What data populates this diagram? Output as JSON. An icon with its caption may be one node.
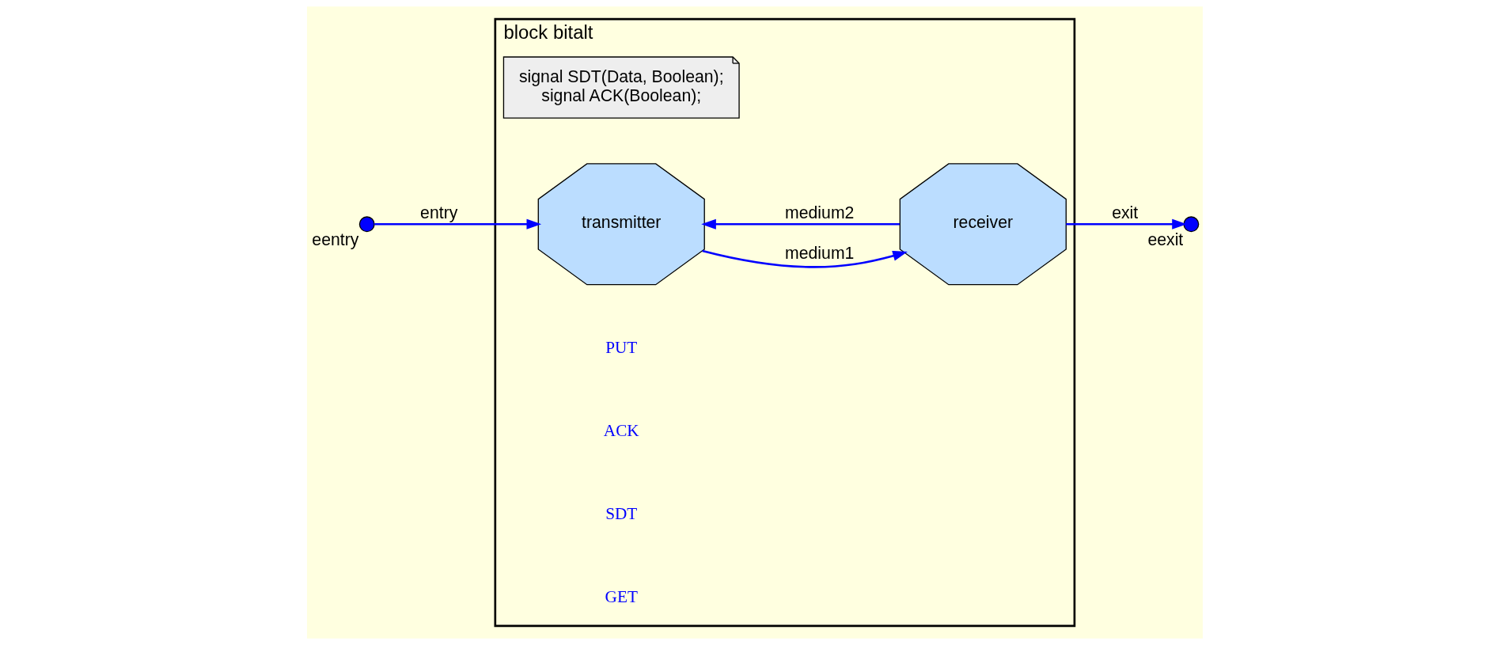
{
  "diagram": {
    "nodes": [
      {
        "text": [
          "block bitalt"
        ]
      },
      {
        "text": [
          "signal SDT(Data, Boolean);",
          "signal ACK(Boolean);"
        ],
        "in": 0
      },
      {
        "text": [
          "transmitter"
        ],
        "in": 0
      },
      {
        "text": [
          "receiver"
        ],
        "in": 0
      },
      {
        "text": [],
        "shape": "circle",
        "beside": [
          "eentry"
        ]
      },
      {
        "text": [],
        "shape": "circle",
        "beside": [
          "eexit"
        ]
      }
    ],
    "edges": [
      {
        "from": 4,
        "to": 2,
        "arrow": "to",
        "label": "entry"
      },
      {
        "from": 2,
        "to": 3,
        "arrow": "to",
        "label": "medium1"
      },
      {
        "from": 3,
        "to": 2,
        "arrow": "to",
        "label": "medium2"
      },
      {
        "from": 3,
        "to": 5,
        "arrow": "to",
        "label": "exit"
      }
    ],
    "labels": [
      "PUT",
      "ACK",
      "SDT",
      "GET"
    ]
  }
}
